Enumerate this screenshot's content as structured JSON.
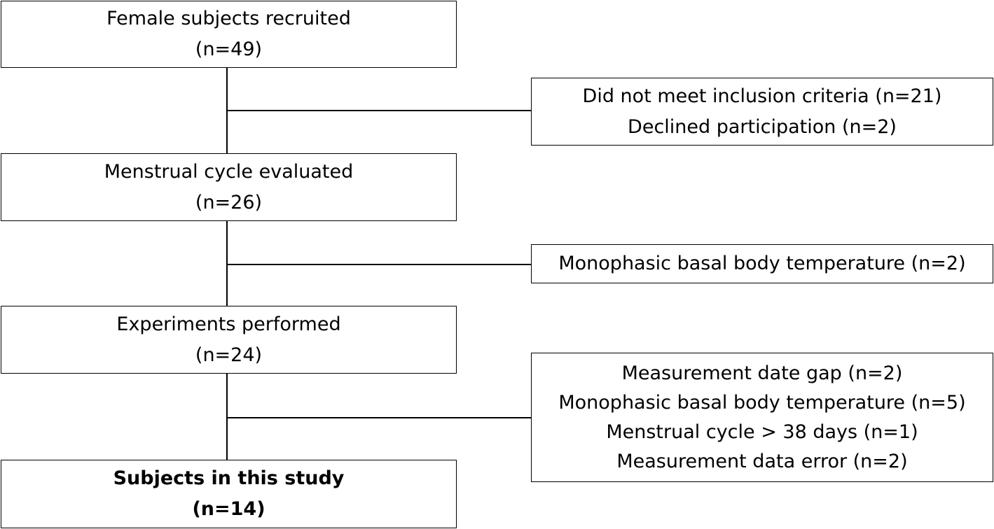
{
  "flowchart": {
    "steps": [
      {
        "title": "Female subjects recruited",
        "count": "(n=49)"
      },
      {
        "title": "Menstrual cycle evaluated",
        "count": "(n=26)"
      },
      {
        "title": "Experiments performed",
        "count": "(n=24)"
      },
      {
        "title": "Subjects in this study",
        "count": "(n=14)"
      }
    ],
    "exclusions": [
      {
        "lines": [
          "Did not meet inclusion criteria (n=21)",
          "Declined participation (n=2)"
        ]
      },
      {
        "lines": [
          "Monophasic basal body temperature (n=2)"
        ]
      },
      {
        "lines": [
          "Measurement date gap (n=2)",
          "Monophasic basal body temperature (n=5)",
          "Menstrual cycle > 38 days (n=1)",
          "Measurement data error (n=2)"
        ]
      }
    ],
    "colors": {
      "line": "#000000",
      "box_border": "#000000",
      "background": "#ffffff",
      "text": "#000000"
    }
  }
}
